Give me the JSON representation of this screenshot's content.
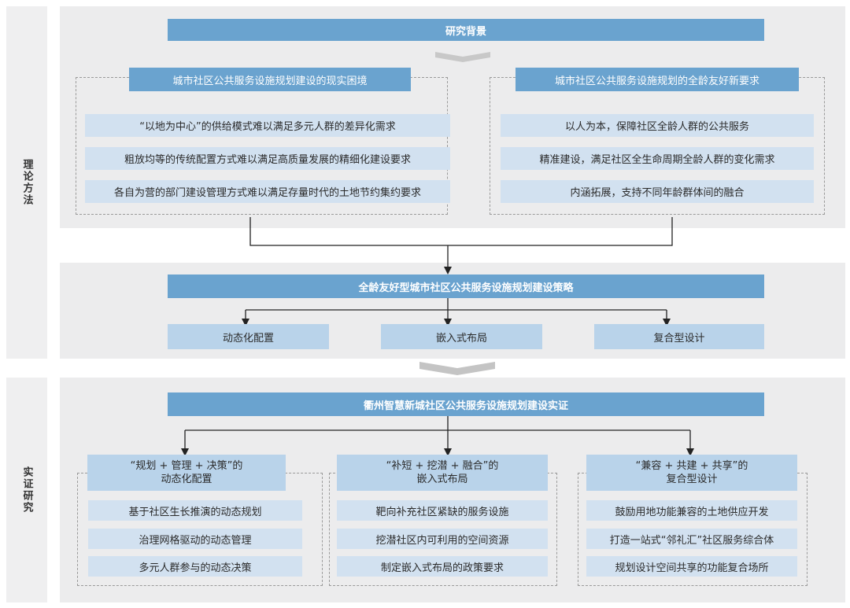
{
  "side_labels": {
    "theory": "理论方法",
    "empirical": "实证研究"
  },
  "theory": {
    "background": "研究背景",
    "left": {
      "title": "城市社区公共服务设施规划建设的现实困境",
      "items": [
        "“以地为中心”的供给模式难以满足多元人群的差异化需求",
        "粗放均等的传统配置方式难以满足高质量发展的精细化建设要求",
        "各自为营的部门建设管理方式难以满足存量时代的土地节约集约要求"
      ]
    },
    "right": {
      "title": "城市社区公共服务设施规划的全龄友好新要求",
      "items": [
        "以人为本，保障社区全龄人群的公共服务",
        "精准建设，满足社区全生命周期全龄人群的变化需求",
        "内涵拓展，支持不同年龄群体间的融合"
      ]
    },
    "strategy": "全龄友好型城市社区公共服务设施规划建设策略",
    "strategy_items": [
      "动态化配置",
      "嵌入式布局",
      "复合型设计"
    ]
  },
  "empirical": {
    "title": "衢州智慧新城社区公共服务设施规划建设实证",
    "groups": [
      {
        "head_line1": "“规划 + 管理 + 决策”的",
        "head_line2": "动态化配置",
        "items": [
          "基于社区生长推演的动态规划",
          "治理网格驱动的动态管理",
          "多元人群参与的动态决策"
        ]
      },
      {
        "head_line1": "“补短 + 挖潜 + 融合”的",
        "head_line2": "嵌入式布局",
        "items": [
          "靶向补充社区紧缺的服务设施",
          "挖潜社区内可利用的空间资源",
          "制定嵌入式布局的政策要求"
        ]
      },
      {
        "head_line1": "“兼容 + 共建 + 共享”的",
        "head_line2": "复合型设计",
        "items": [
          "鼓励用地功能兼容的土地供应开发",
          "打造一站式“邻礼汇”社区服务综合体",
          "规划设计空间共享的功能复合场所"
        ]
      }
    ]
  },
  "colors": {
    "main_bar": "#6aa3cf",
    "light_bar": "#b9d3ea",
    "item_bar": "#d2e1f0",
    "panel": "#ececed"
  }
}
